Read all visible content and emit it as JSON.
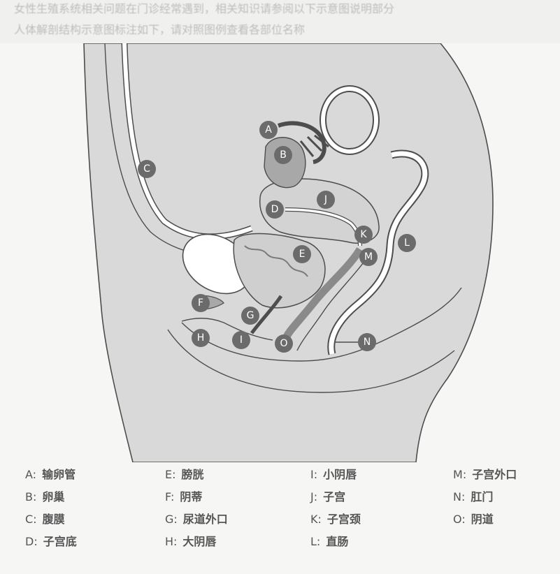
{
  "header": {
    "ghost_line_1": "女性生殖系统相关问题在门诊经常遇到，相关知识请参阅以下示意图说明部分",
    "ghost_line_2": "人体解剖结构示意图标注如下，请对照图例查看各部位名称"
  },
  "markers": [
    "A",
    "B",
    "C",
    "D",
    "E",
    "F",
    "G",
    "H",
    "I",
    "J",
    "K",
    "L",
    "M",
    "N",
    "O"
  ],
  "legend": [
    {
      "key": "A",
      "label": "输卵管"
    },
    {
      "key": "B",
      "label": "卵巢"
    },
    {
      "key": "C",
      "label": "腹膜"
    },
    {
      "key": "D",
      "label": "子宫底"
    },
    {
      "key": "E",
      "label": "膀胱"
    },
    {
      "key": "F",
      "label": "阴蒂"
    },
    {
      "key": "G",
      "label": "尿道外口"
    },
    {
      "key": "H",
      "label": "大阴唇"
    },
    {
      "key": "I",
      "label": "小阴唇"
    },
    {
      "key": "J",
      "label": "子宫"
    },
    {
      "key": "K",
      "label": "子宫颈"
    },
    {
      "key": "L",
      "label": "直肠"
    },
    {
      "key": "M",
      "label": "子宫外口"
    },
    {
      "key": "N",
      "label": "肛门"
    },
    {
      "key": "O",
      "label": "阴道"
    }
  ],
  "separator": ":",
  "colors": {
    "body": "#d9d9d9",
    "organ": "#cfcfcf",
    "dark_organ": "#a8a8a8",
    "outline": "#4d4d4d",
    "marker": "#6b6b6b"
  }
}
